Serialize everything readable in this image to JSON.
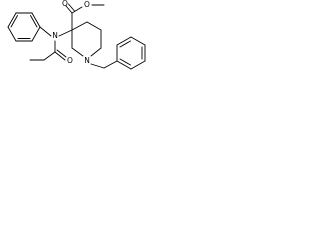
{
  "structure": {
    "atoms": {
      "ester_carbonyl_o": "O",
      "ester_o": "O",
      "amide_n": "N",
      "amide_o": "O",
      "ring_n": "N"
    },
    "colors": {
      "bond": "#000000",
      "background": "#ffffff"
    }
  }
}
